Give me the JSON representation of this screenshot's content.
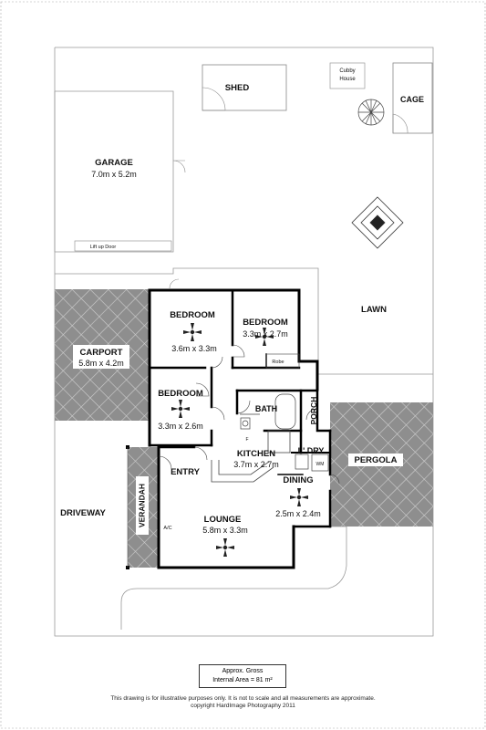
{
  "labels": {
    "shed": "SHED",
    "cubby_line1": "Cubby",
    "cubby_line2": "House",
    "cage": "CAGE",
    "garage": "GARAGE",
    "garage_dim": "7.0m x 5.2m",
    "lift_door": "Lift up Door",
    "lawn": "LAWN",
    "carport": "CARPORT",
    "carport_dim": "5.8m x 4.2m",
    "bedroom1": "BEDROOM",
    "bedroom1_dim": "3.6m x 3.3m",
    "bedroom2": "BEDROOM",
    "bedroom2_dim": "3.3m x 2.7m",
    "robe": "Robe",
    "bedroom3": "BEDROOM",
    "bedroom3_dim": "3.3m x 2.6m",
    "bath": "BATH",
    "porch": "PORCH",
    "kitchen": "KITCHEN",
    "kitchen_dim": "3.7m x 2.7m",
    "fridge": "F",
    "laundry": "L' DRY",
    "wm": "WM",
    "pergola": "PERGOLA",
    "entry": "ENTRY",
    "dining": "DINING",
    "dining_dim": "2.5m x 2.4m",
    "driveway": "DRIVEWAY",
    "verandah": "VERANDAH",
    "ac": "A/C",
    "lounge": "LOUNGE",
    "lounge_dim": "5.8m x 3.3m"
  },
  "area": {
    "line1": "Approx. Gross",
    "line2": "Internal Area = 81 m²"
  },
  "footer": {
    "disclaimer": "This drawing is for illustrative purposes only. It is not to scale and all measurements are approximate.",
    "copyright": "copyright HardImage Photography 2011"
  }
}
